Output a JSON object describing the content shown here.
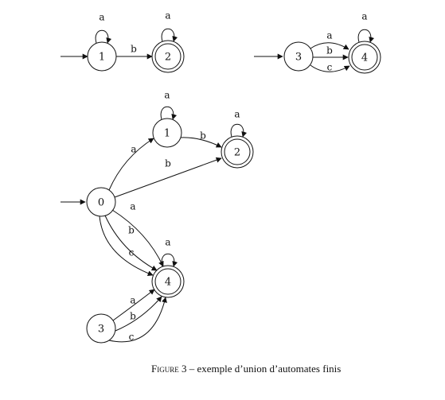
{
  "automata": {
    "top_left": {
      "states": {
        "s1": "1",
        "s2": "2"
      },
      "edges": {
        "loop_1": "a",
        "e_1_2": "b",
        "loop_2": "a"
      }
    },
    "top_right": {
      "states": {
        "s3": "3",
        "s4": "4"
      },
      "edges": {
        "e_3_4_a": "a",
        "e_3_4_b": "b",
        "e_3_4_c": "c",
        "loop_4": "a"
      }
    },
    "union": {
      "states": {
        "s0": "0",
        "s1": "1",
        "s2": "2",
        "s3": "3",
        "s4": "4"
      },
      "edges": {
        "loop_1": "a",
        "e_1_2": "b",
        "loop_2": "a",
        "e_0_1": "a",
        "e_0_2": "b",
        "e_0_4_a": "a",
        "e_0_4_b": "b",
        "e_0_4_c": "c",
        "loop_4": "a",
        "e_3_4_a": "a",
        "e_3_4_b": "b",
        "e_3_4_c": "c"
      }
    }
  },
  "caption": {
    "figure_label": "Figure 3",
    "text": "– exemple d’union d’automates finis"
  }
}
